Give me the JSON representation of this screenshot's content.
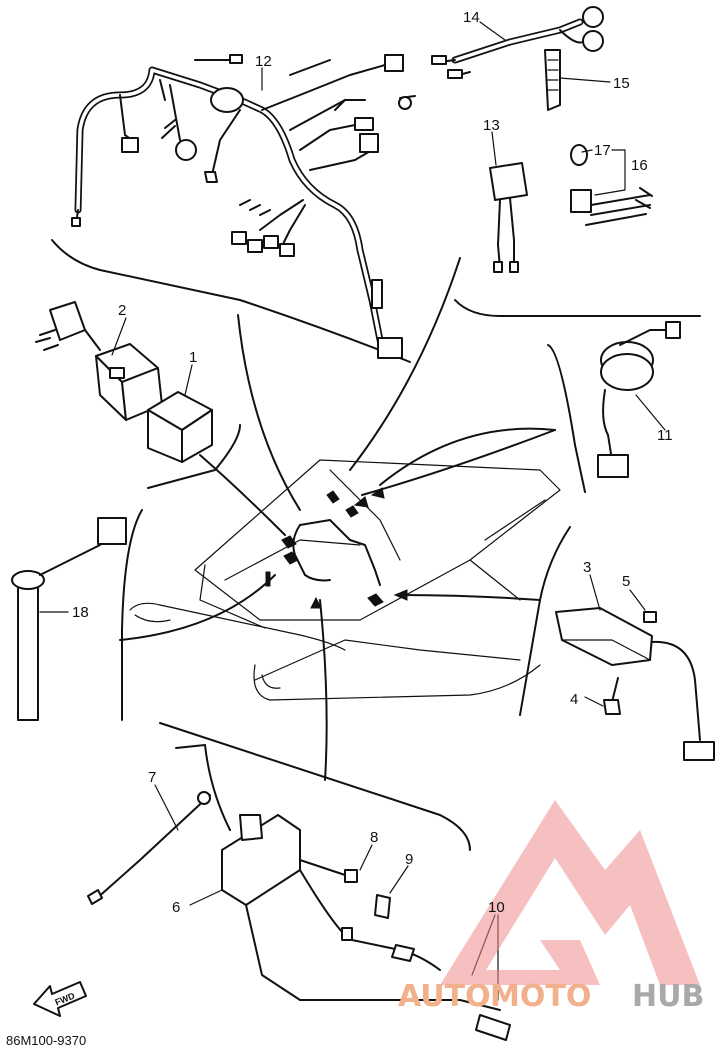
{
  "diagram": {
    "callouts": [
      {
        "id": "1",
        "label": "1"
      },
      {
        "id": "2",
        "label": "2"
      },
      {
        "id": "3",
        "label": "3"
      },
      {
        "id": "4",
        "label": "4"
      },
      {
        "id": "5",
        "label": "5"
      },
      {
        "id": "6",
        "label": "6"
      },
      {
        "id": "7",
        "label": "7"
      },
      {
        "id": "8",
        "label": "8"
      },
      {
        "id": "9",
        "label": "9"
      },
      {
        "id": "10",
        "label": "10"
      },
      {
        "id": "11",
        "label": "11"
      },
      {
        "id": "12",
        "label": "12"
      },
      {
        "id": "13",
        "label": "13"
      },
      {
        "id": "14",
        "label": "14"
      },
      {
        "id": "15",
        "label": "15"
      },
      {
        "id": "16",
        "label": "16"
      },
      {
        "id": "17",
        "label": "17"
      },
      {
        "id": "18",
        "label": "18"
      }
    ],
    "drawing_code": "86M100-9370",
    "front_marker": "FWD",
    "watermark": {
      "text_part1": "AUTO",
      "text_part2": "MOTO",
      "text_part3": "HUB",
      "color_light": "#f2b08c",
      "color_dark": "#a9a9a9",
      "logo_color": "#ee8c8c"
    }
  }
}
